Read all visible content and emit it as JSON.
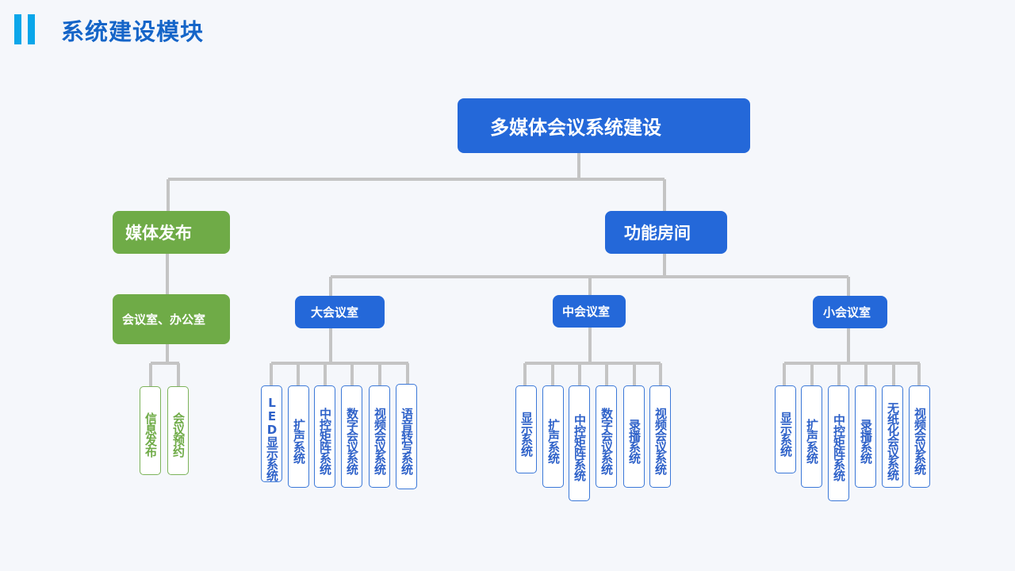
{
  "header": {
    "title": "系统建设模块"
  },
  "root": {
    "label": "多媒体会议系统建设"
  },
  "media": {
    "label": "媒体发布",
    "room": "会议室、办公室",
    "items": [
      "信息发布",
      "会议预约"
    ]
  },
  "function": {
    "label": "功能房间",
    "rooms": [
      {
        "label": "大会议室",
        "items": [
          "LED显示系统",
          "扩声系统",
          "中控矩阵系统",
          "数字会议系统",
          "视频会议系统",
          "语音转写系统"
        ]
      },
      {
        "label": "中会议室",
        "items": [
          "显示系统",
          "扩声系统",
          "中控矩阵系统",
          "数字会议系统",
          "录播系统",
          "视频会议系统"
        ]
      },
      {
        "label": "小会议室",
        "items": [
          "显示系统",
          "扩声系统",
          "中控矩阵系统",
          "录播系统",
          "无纸化会议系统",
          "视频会议系统"
        ]
      }
    ]
  },
  "colors": {
    "blue": "#2468d9",
    "green": "#6fab47",
    "connector": "#c4c4c4",
    "title": "#1565c8"
  }
}
